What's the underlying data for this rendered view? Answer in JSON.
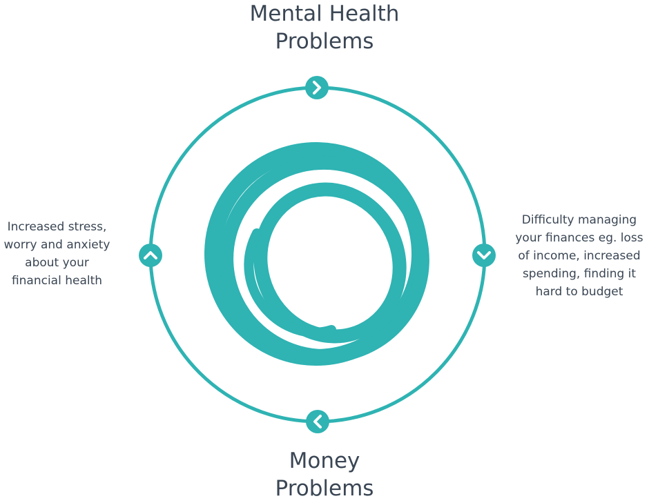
{
  "colors": {
    "accent": "#2fb3b3",
    "text": "#3a4654",
    "background": "#ffffff"
  },
  "top_label": {
    "line1": "Mental Health",
    "line2": "Problems"
  },
  "bottom_label": {
    "line1": "Money",
    "line2": "Problems"
  },
  "left_note": {
    "lines": [
      "Increased stress,",
      "worry and anxiety",
      "about your",
      "financial health"
    ]
  },
  "right_note": {
    "lines": [
      "Difficulty managing",
      "your finances eg. loss",
      "of income, increased",
      "spending, finding it",
      "hard to budget"
    ]
  },
  "nodes": {
    "top": "chevron-right-icon",
    "right": "chevron-down-icon",
    "bottom": "chevron-left-icon",
    "left": "chevron-up-icon"
  }
}
